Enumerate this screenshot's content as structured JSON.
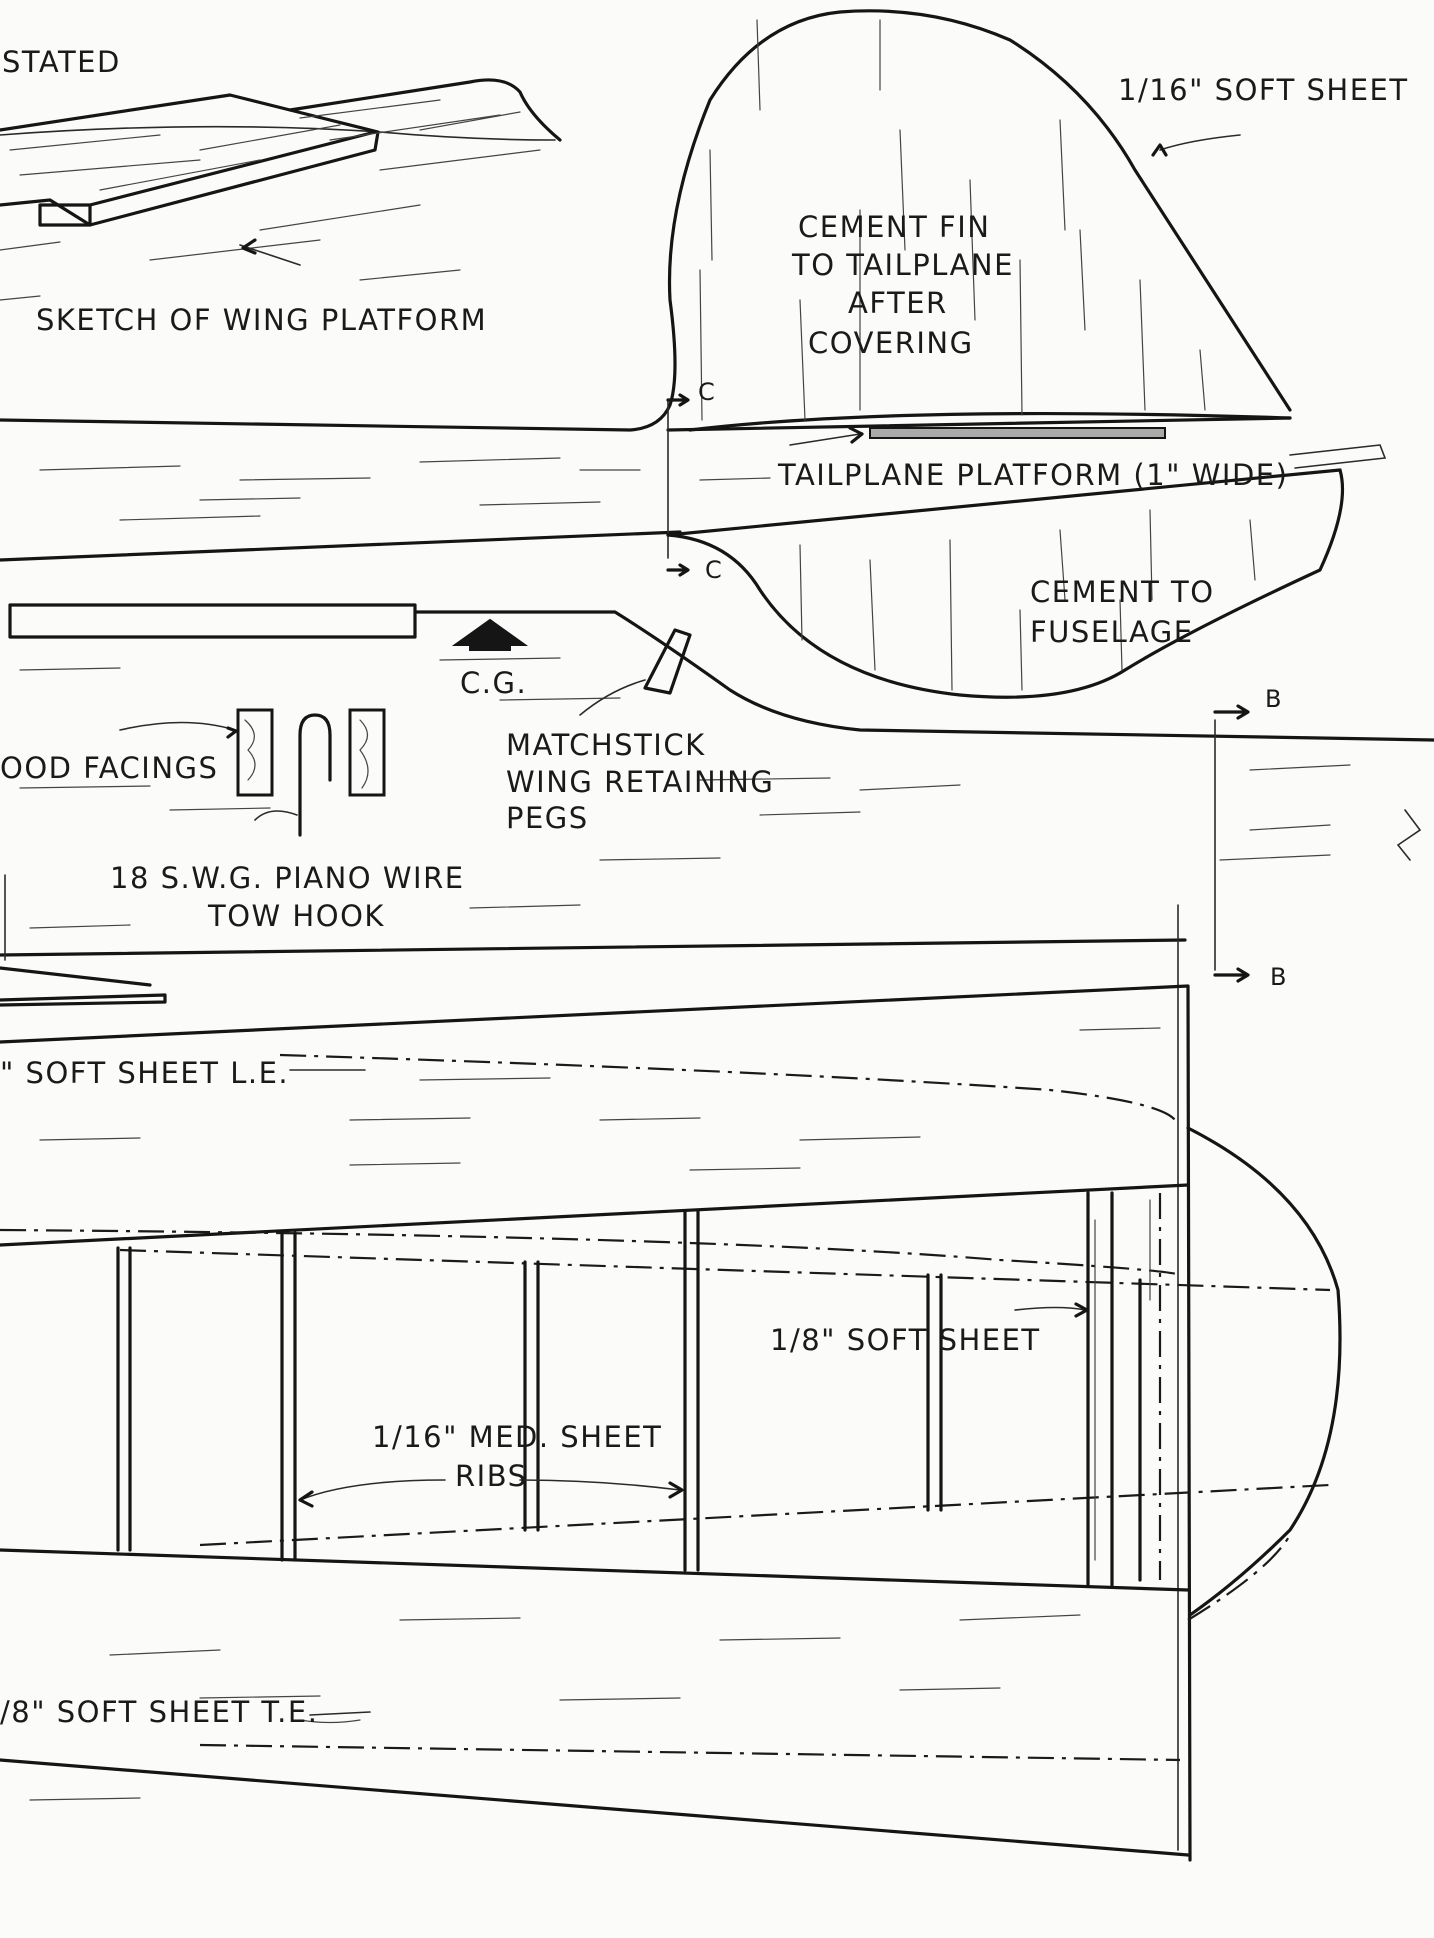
{
  "labels": {
    "stated": "STATED",
    "sketch_wing_platform": "SKETCH OF WING PLATFORM",
    "fin_sheet": "1/16\" SOFT SHEET",
    "cement_fin_1": "CEMENT FIN",
    "cement_fin_2": "TO TAILPLANE",
    "cement_fin_3": "AFTER",
    "cement_fin_4": "COVERING",
    "section_c_top": "C",
    "section_c_bottom": "C",
    "tailplane_platform": "TAILPLANE PLATFORM (1\" WIDE)",
    "cement_fuselage_1": "CEMENT TO",
    "cement_fuselage_2": "FUSELAGE",
    "cg": "C.G.",
    "section_b_top": "B",
    "section_b_bottom": "B",
    "wood_facings": "OOD FACINGS",
    "matchstick_1": "MATCHSTICK",
    "matchstick_2": "WING RETAINING",
    "matchstick_3": "PEGS",
    "piano_wire_1": "18 S.W.G. PIANO WIRE",
    "piano_wire_2": "TOW HOOK",
    "le_sheet": "\" SOFT SHEET L.E.",
    "tip_sheet": "1/8\" SOFT SHEET",
    "ribs_sheet": "1/16\" MED. SHEET",
    "ribs": "RIBS",
    "te_sheet": "/8\" SOFT SHEET T.E."
  }
}
